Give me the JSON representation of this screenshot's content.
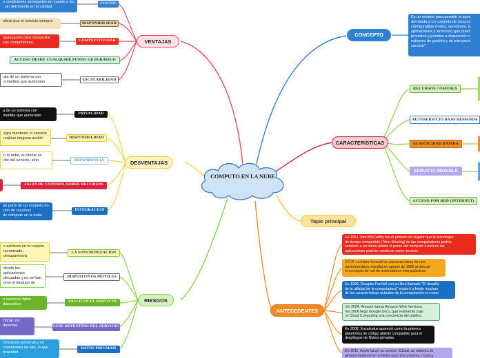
{
  "central": "COMPUTO EN LA NUBE",
  "branches": {
    "ventajas": "VENTAJAS",
    "desventajas": "DESVENTAJAS",
    "riesgos": "RIESGOS",
    "concepto": "CONCEPTO",
    "caracteristicas": "CARACTERÍSTICAS",
    "topic": "Topic principal",
    "antecedentes": "ANTECEDENTES"
  },
  "ventajas": {
    "costos_label": "COSTOS",
    "costos_text": "n condiciones semejantes en cuanto a las\n, sin detrimento en la calidad.",
    "disponibilidad_label": "DISPONIBILIDAD",
    "disponibilidad_text": "ntizar que el servicio siempre",
    "competitividad_label": "COMPETITIVIDAD",
    "competitividad_text": "rganización para desarrollar\n sus competidores.",
    "acceso_label": "ACCESO DESDE CUALQUIER PUNTO GEOGRÁFICO",
    "escalabilidad_label": "ESCALABILIDAD",
    "escalabilidad_text": "ala de un sistema con\n a medida que aumentan"
  },
  "desventajas": {
    "privacidad_label": "PRIVACIDAD",
    "privacidad_text": "a de un sistema con\n medida que aumentan",
    "disponibilidad_label": "DISPONIBILIDAD",
    "disponibilidad_text": "egra mantener el servicio\n realizar ninguna acción",
    "dependencia_label": "DEPENDENCIA",
    "dependencia_text": "n la nube, el cliente se\ndor del servicio, sino",
    "falta_label": "FALTA DE CONTROL SOBRE RECURSOS",
    "integracion_label": "INTEGRACION",
    "integracion_text": "an parte de un conjunto en\nción de recursos\n de cómputo en la nube"
  },
  "riesgos": {
    "sincronizacion_label": "LA SONCRONIZACION",
    "sincronizacion_text": "s archivos en la carpeta\nncronizado, desaparecerá",
    "dispositivos_label": "DISPOSITIVOS MOVILES",
    "dispositivos_text": "desde las aplicaciones\ndecuadas y no se han\nomo el bloqueo de",
    "fallo_label": "FALLO EN EL SERVICIO",
    "fallo_text": "a nuestros datos\ndispositivo.",
    "cese_label": "CESE REPENTINO DEL SERVICIO",
    "cese_text": "cionar, no\nderemos",
    "datos_label": "DATOS PRIVADOS",
    "datos_text": "formación personal y en\nconscientes de ello, lo que\nrivacidad."
  },
  "concepto": {
    "text": "Es un modelo para permitir el acce\ndemanda a un conjunto de recurso\nconfigurables (redes, servidores, a\naplicaciones y servicios) que pued\nprovistos y puestos a disposición c\nesfuerzo de gestión y de interacció\nservicio\"."
  },
  "caracteristicas": {
    "recursos": "RECURSOS COMUNES",
    "autoservicio": "AUTOSERVICIO BAJO DEMANDA",
    "elasticidad": "ELASTICIDAD RÁPIDA",
    "medible": "SERVICIO MEDIBLE",
    "acceso_red": "ACCESO POR RED (INTERNET)"
  },
  "antecedentes": {
    "items": [
      "En 1961 John McCarthy fue el primero en sugerir que la tecnología\nde tiempo compartido (Time-Sharing) de las computadoras podría\nconducir a un futuro donde el poder del cómputo e incluso las\naplicaciones podrían venderse como servicio.",
      "J.C.R. Licklider formuló las primeras ideas de una\nred informática mundial en agosto de 1962 al discutir\nel concepto de red de ordenadores intergalácticas",
      "En 1996, Douglas Parkhill con su libro llamado \"El desafío\nde la utilidad de la computadora\" exploró a fondo muchas\nde las características actuales de la computación en nube",
      "En 2004, Amazon lanza Amazon Web Services.\nEn 2006 llegó Google Docs, que realmente trajo\nel Cloud Computing a la conciencia del público.",
      "En 2008, Eucalyptus apareció como la primera\nplataforma de código abierto compatible para el\ndespliegue de Nubes privadas",
      "En 2011, Apple lanzó su servicio iCloud, un sistema de\nalmacenamiento en la Nube para documentos, música,"
    ]
  },
  "colors": {
    "ventajas": "#e8485a",
    "desventajas": "#f5d442",
    "riesgos": "#8cd13f",
    "concepto": "#2f7fd3",
    "caracteristicas": "#c9283f",
    "topic": "#f8c93c",
    "antecedentes": "#f08a24",
    "cloud_fill": "#cfe3f5",
    "cloud_stroke": "#3d82c4"
  }
}
